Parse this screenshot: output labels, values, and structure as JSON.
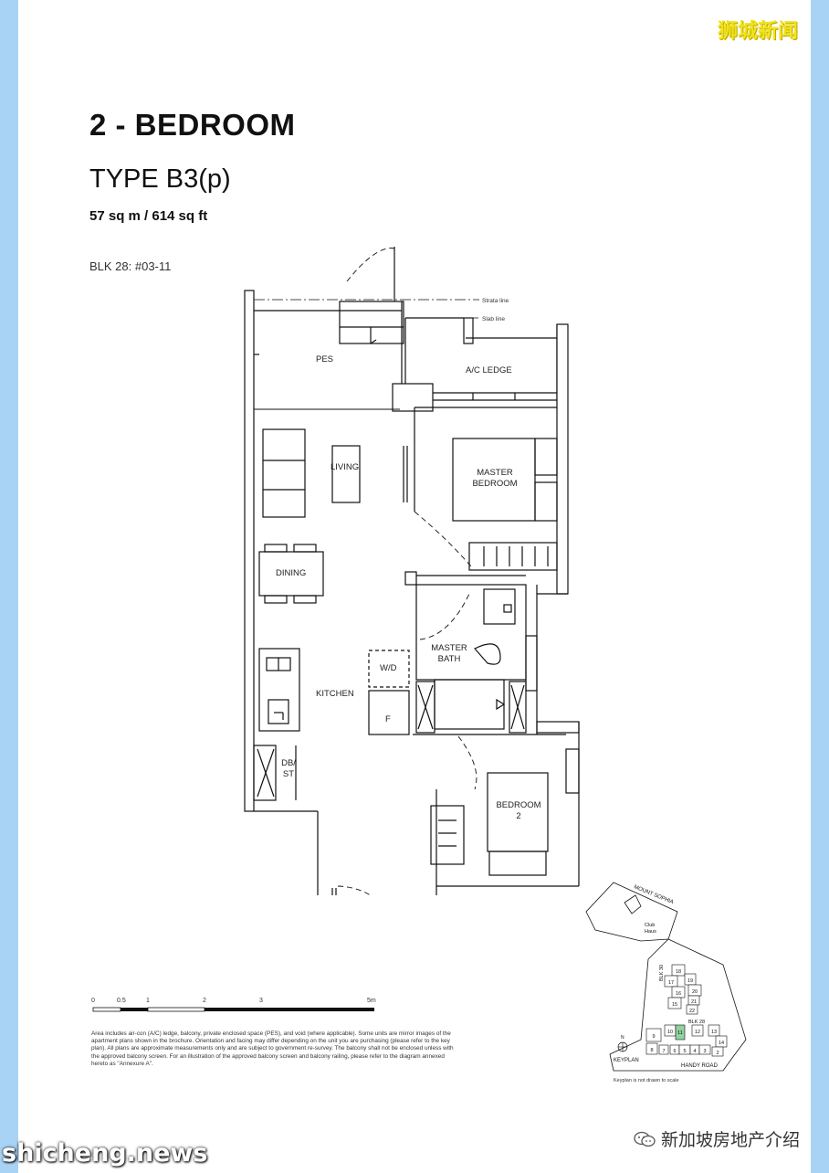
{
  "watermark_top": "狮城新闻",
  "watermark_bottom": "shicheng.news",
  "wechat_account": "新加坡房地产介绍",
  "header": {
    "title": "2 - BEDROOM",
    "type": "TYPE B3(p)",
    "area": "57 sq m / 614 sq ft",
    "unit": "BLK 28: #03-11"
  },
  "plan": {
    "labels": {
      "strata_line": "Strata line",
      "slab_line": "Slab line",
      "pes": "PES",
      "ac_ledge": "A/C LEDGE",
      "living": "LIVING",
      "master_bedroom_1": "MASTER",
      "master_bedroom_2": "BEDROOM",
      "dining": "DINING",
      "master_bath_1": "MASTER",
      "master_bath_2": "BATH",
      "wd": "W/D",
      "kitchen": "KITCHEN",
      "fridge": "F",
      "dbst_1": "DB/",
      "dbst_2": "ST",
      "bedroom2_1": "BEDROOM",
      "bedroom2_2": "2"
    }
  },
  "scale": {
    "ticks": [
      "0",
      "0.5",
      "1",
      "2",
      "3",
      "5m"
    ]
  },
  "disclaimer": "Area includes air-con (A/C) ledge, balcony, private enclosed space (PES), and void (where applicable). Some units are mirror images of the apartment plans shown in the brochure. Orientation and facing may differ depending on the unit you are purchasing (please refer to the key plan). All plans are approximate measurements only and are subject to government re-survey. The balcony shall not be enclosed unless with the approved balcony screen. For an illustration of the approved balcony screen and balcony railing, please refer to the diagram annexed hereto as \"Annexure A\".",
  "keyplan": {
    "road_top": "MOUNT SOPHIA",
    "club": "Club",
    "haus": "Haus",
    "blk30": "BLK 30",
    "blk28": "BLK 28",
    "road_bottom": "HANDY ROAD",
    "keyplan_label": "KEYPLAN",
    "note": "Keyplan is not drawn to scale",
    "north": "N",
    "blocks_upper": [
      "18",
      "17",
      "19",
      "16",
      "20",
      "15",
      "21",
      "22"
    ],
    "blocks_lower": [
      "10",
      "11",
      "12",
      "13",
      "9",
      "14",
      "8",
      "7",
      "6",
      "5",
      "4",
      "3",
      "2"
    ]
  },
  "colors": {
    "side_band": "#a9d3f5",
    "watermark_yellow": "#f2e21a",
    "highlight_unit": "#8fd3a0"
  }
}
